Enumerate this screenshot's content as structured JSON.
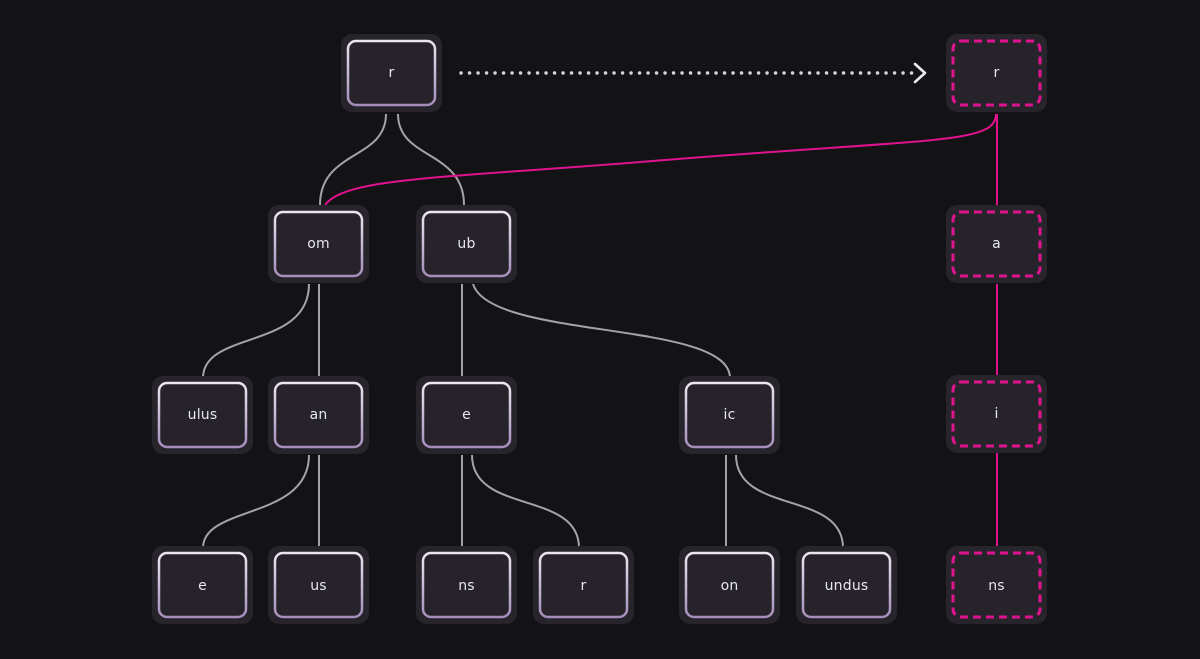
{
  "diagram": {
    "type": "radix-tree",
    "colors": {
      "background": "#131316",
      "node_fill": "#26232b",
      "node_border": "#b9a9c6",
      "node_halo": "#27252b",
      "edge": "#a4a3a8",
      "highlight": "#e0138f",
      "arrow": "#d6d6d9",
      "text": "#e9e6ee"
    },
    "main_tree": {
      "root": "r",
      "level1": [
        "om",
        "ub"
      ],
      "level2": [
        "ulus",
        "an",
        "e",
        "ic"
      ],
      "level3": [
        "e",
        "us",
        "ns",
        "r",
        "on",
        "undus"
      ]
    },
    "inserted_path": [
      "r",
      "a",
      "i",
      "ns"
    ]
  }
}
